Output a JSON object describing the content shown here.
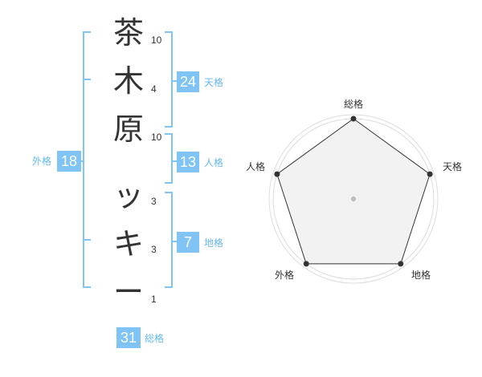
{
  "name": {
    "characters": [
      "茶",
      "木",
      "原",
      "ッ",
      "キ",
      "ー"
    ],
    "strokes": [
      "10",
      "4",
      "10",
      "3",
      "3",
      "1"
    ]
  },
  "scores": {
    "tenkaku": {
      "value": "24",
      "label": "天格"
    },
    "jinkaku": {
      "value": "13",
      "label": "人格"
    },
    "chikaku": {
      "value": "7",
      "label": "地格"
    },
    "gaikaku": {
      "value": "18",
      "label": "外格"
    },
    "soukaku": {
      "value": "31",
      "label": "総格"
    }
  },
  "radar": {
    "axes": [
      "総格",
      "天格",
      "地格",
      "外格",
      "人格"
    ],
    "levels": [
      5,
      5,
      5,
      5,
      5
    ],
    "max_level": 5
  },
  "colors": {
    "accent": "#7fc4f5",
    "label": "#66b8ee",
    "text": "#333333",
    "radar_fill": "#f2f2f2",
    "grid": "#cccccc"
  }
}
